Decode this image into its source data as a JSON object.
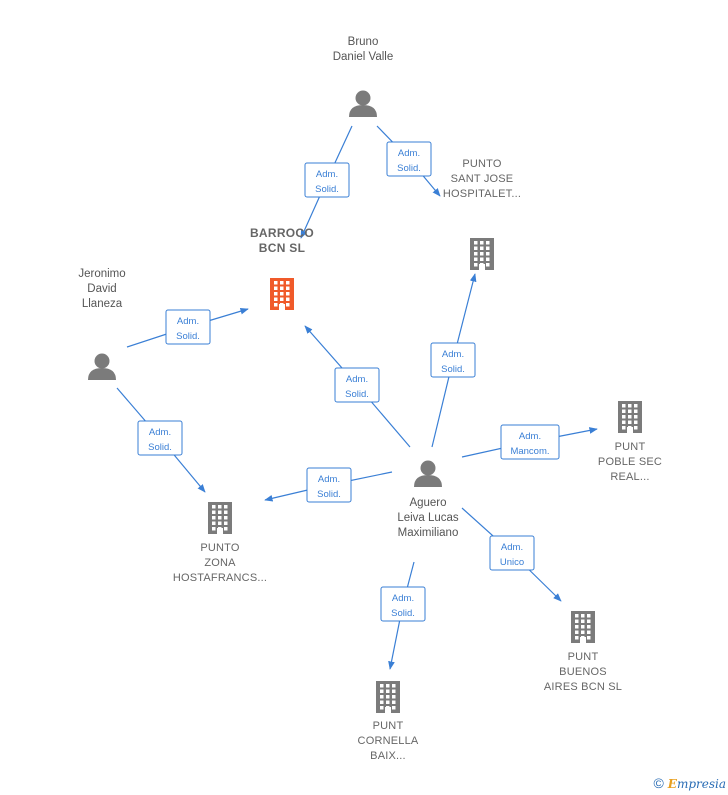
{
  "nodes": {
    "bruno": {
      "type": "person",
      "label": [
        "Bruno",
        "Daniel Valle"
      ]
    },
    "jeronimo": {
      "type": "person",
      "label": [
        "Jeronimo",
        "David",
        "Llaneza"
      ]
    },
    "aguero": {
      "type": "person",
      "label": [
        "Aguero",
        "Leiva Lucas",
        "Maximiliano"
      ]
    },
    "barroco": {
      "type": "company",
      "main": true,
      "label": [
        "BARROCO",
        "BCN  SL"
      ],
      "color": "#f05a2a"
    },
    "sant_jose": {
      "type": "company",
      "label": [
        "PUNTO",
        "SANT JOSE",
        "HOSPITALET..."
      ]
    },
    "zona": {
      "type": "company",
      "label": [
        "PUNTO",
        "ZONA",
        "HOSTAFRANCS..."
      ]
    },
    "poble_sec": {
      "type": "company",
      "label": [
        "PUNT",
        "POBLE SEC",
        "REAL..."
      ]
    },
    "buenos_aires": {
      "type": "company",
      "label": [
        "PUNT",
        "BUENOS",
        "AIRES BCN  SL"
      ]
    },
    "cornella": {
      "type": "company",
      "label": [
        "PUNT",
        "CORNELLA",
        "BAIX..."
      ]
    }
  },
  "edges": [
    {
      "from": "bruno",
      "to": "barroco",
      "label": [
        "Adm.",
        "Solid."
      ]
    },
    {
      "from": "bruno",
      "to": "sant_jose",
      "label": [
        "Adm.",
        "Solid."
      ]
    },
    {
      "from": "jeronimo",
      "to": "barroco",
      "label": [
        "Adm.",
        "Solid."
      ]
    },
    {
      "from": "jeronimo",
      "to": "zona",
      "label": [
        "Adm.",
        "Solid."
      ]
    },
    {
      "from": "aguero",
      "to": "barroco",
      "label": [
        "Adm.",
        "Solid."
      ]
    },
    {
      "from": "aguero",
      "to": "sant_jose",
      "label": [
        "Adm.",
        "Solid."
      ]
    },
    {
      "from": "aguero",
      "to": "zona",
      "label": [
        "Adm.",
        "Solid."
      ]
    },
    {
      "from": "aguero",
      "to": "poble_sec",
      "label": [
        "Adm.",
        "Mancom."
      ]
    },
    {
      "from": "aguero",
      "to": "buenos_aires",
      "label": [
        "Adm.",
        "Unico"
      ]
    },
    {
      "from": "aguero",
      "to": "cornella",
      "label": [
        "Adm.",
        "Solid."
      ]
    }
  ],
  "colors": {
    "accent": "#3a7fd5",
    "icon": "#7b7b7b",
    "main_company": "#f05a2a"
  },
  "footer": {
    "copyright": "©",
    "brand_first": "E",
    "brand_rest": "mpresia"
  }
}
